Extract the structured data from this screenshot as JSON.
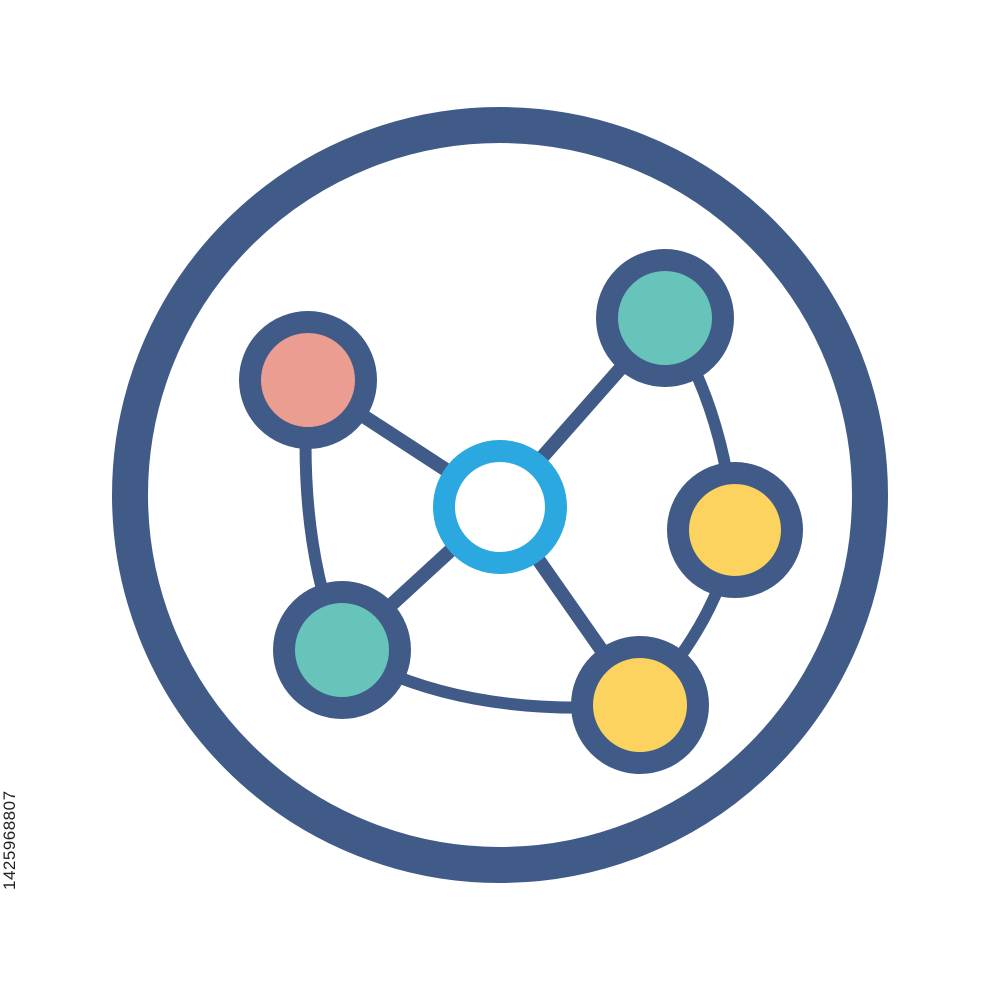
{
  "colors": {
    "outline": "#405b87",
    "hub_ring": "#2ba8e0",
    "node_salmon": "#ec9d92",
    "node_teal": "#67c4bb",
    "node_yellow": "#fdd35f",
    "background": "#ffffff"
  },
  "icon": {
    "name": "network-hub-icon",
    "nodes": [
      "salmon-node",
      "teal-node-top",
      "yellow-node-right",
      "yellow-node-bottom",
      "teal-node-left"
    ]
  },
  "watermark": {
    "stock_id": "1425968807"
  }
}
